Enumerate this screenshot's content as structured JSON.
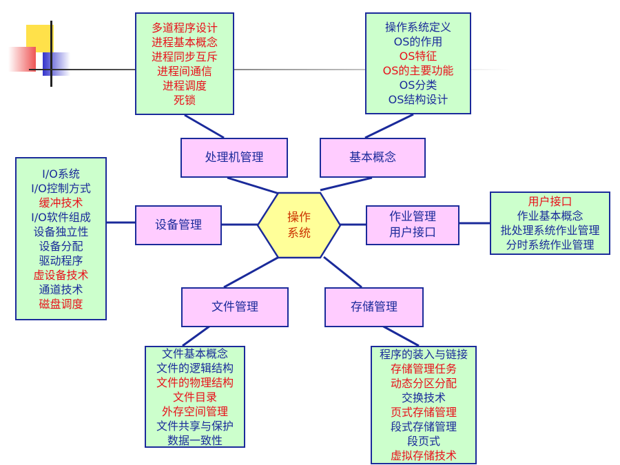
{
  "colors": {
    "text_blue": "#1a2a9a",
    "text_red": "#e8101a",
    "box_green": "#ccffcc",
    "box_pink": "#ffccff",
    "hex_fill": "#ffff99",
    "hex_text": "#cc3300",
    "line_color": "#1a2a9a"
  },
  "center": {
    "line1": "操作",
    "line2": "系统"
  },
  "categories": {
    "processor": "处理机管理",
    "basic": "基本概念",
    "device": "设备管理",
    "job": {
      "line1": "作业管理",
      "line2": "用户接口"
    },
    "file": "文件管理",
    "storage": "存储管理"
  },
  "details": {
    "processor": [
      {
        "text": "多道程序设计",
        "hl": true
      },
      {
        "text": "进程基本概念",
        "hl": true
      },
      {
        "text": "进程同步互斥",
        "hl": true
      },
      {
        "text": "进程间通信",
        "hl": true
      },
      {
        "text": "进程调度",
        "hl": true
      },
      {
        "text": "死锁",
        "hl": true
      }
    ],
    "basic": [
      {
        "text": "操作系统定义",
        "hl": false
      },
      {
        "text": "OS的作用",
        "hl": false
      },
      {
        "text": "OS特征",
        "hl": true
      },
      {
        "text": "OS的主要功能",
        "hl": true
      },
      {
        "text": "OS分类",
        "hl": false
      },
      {
        "text": "OS结构设计",
        "hl": false
      }
    ],
    "device": [
      {
        "text": "I/O系统",
        "hl": false
      },
      {
        "text": "I/O控制方式",
        "hl": false
      },
      {
        "text": "缓冲技术",
        "hl": true
      },
      {
        "text": "I/O软件组成",
        "hl": false
      },
      {
        "text": "设备独立性",
        "hl": false
      },
      {
        "text": "设备分配",
        "hl": false
      },
      {
        "text": "驱动程序",
        "hl": false
      },
      {
        "text": "虚设备技术",
        "hl": true
      },
      {
        "text": "通道技术",
        "hl": false
      },
      {
        "text": "磁盘调度",
        "hl": true
      }
    ],
    "job": [
      {
        "text": "用户接口",
        "hl": true
      },
      {
        "text": "作业基本概念",
        "hl": false
      },
      {
        "text": "批处理系统作业管理",
        "hl": false
      },
      {
        "text": "分时系统作业管理",
        "hl": false
      }
    ],
    "file": [
      {
        "text": "文件基本概念",
        "hl": false
      },
      {
        "text": "文件的逻辑结构",
        "hl": false
      },
      {
        "text": "文件的物理结构",
        "hl": true
      },
      {
        "text": "文件目录",
        "hl": true
      },
      {
        "text": "外存空间管理",
        "hl": true
      },
      {
        "text": "文件共享与保护",
        "hl": false
      },
      {
        "text": "数据一致性",
        "hl": false
      }
    ],
    "storage": [
      {
        "text": "程序的装入与链接",
        "hl": false
      },
      {
        "text": "存储管理任务",
        "hl": true
      },
      {
        "text": "动态分区分配",
        "hl": true
      },
      {
        "text": "交换技术",
        "hl": false
      },
      {
        "text": "页式存储管理",
        "hl": true
      },
      {
        "text": "段式存储管理",
        "hl": false
      },
      {
        "text": "段页式",
        "hl": false
      },
      {
        "text": "虚拟存储技术",
        "hl": true
      }
    ]
  }
}
